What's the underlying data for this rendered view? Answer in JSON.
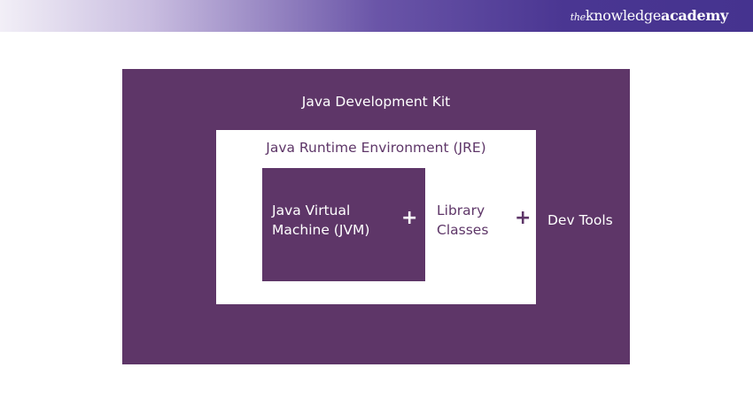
{
  "header": {
    "logo_prefix": "the",
    "logo_main": "knowledge",
    "logo_bold": "academy"
  },
  "diagram": {
    "jdk_label": "Java Development Kit",
    "jre_label": "Java Runtime Environment (JRE)",
    "jvm_line1": "Java Virtual",
    "jvm_line2": "Machine (JVM)",
    "plus1": "+",
    "library_line1": "Library",
    "library_line2": "Classes",
    "plus2": "+",
    "dev_tools": "Dev Tools",
    "colors": {
      "primary": "#5e3668",
      "header": "#45338f"
    }
  }
}
